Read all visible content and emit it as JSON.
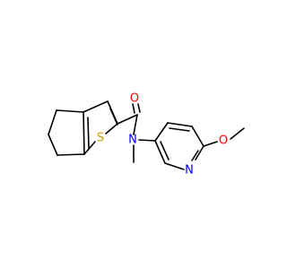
{
  "molecule": {
    "atoms": {
      "oxygen_carbonyl": "O",
      "sulfur": "S",
      "nitrogen_amide": "N",
      "nitrogen_pyridine": "N",
      "oxygen_methoxy": "O"
    },
    "colors": {
      "bond": "#000000",
      "oxygen": "#ff0000",
      "sulfur": "#c8a000",
      "nitrogen": "#0000ff"
    }
  }
}
